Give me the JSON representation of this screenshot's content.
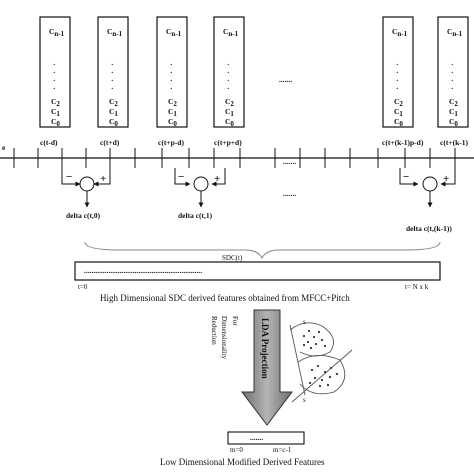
{
  "vectors": [
    {
      "top": "C",
      "top_sub": "n-1",
      "c2": "C",
      "c2_sub": "2",
      "c1": "C",
      "c1_sub": "1",
      "c0": "C",
      "c0_sub": "0"
    },
    {
      "top": "C",
      "top_sub": "n-1",
      "c2": "C",
      "c2_sub": "2",
      "c1": "C",
      "c1_sub": "1",
      "c0": "C",
      "c0_sub": "0"
    },
    {
      "top": "C",
      "top_sub": "n-1",
      "c2": "C",
      "c2_sub": "2",
      "c1": "C",
      "c1_sub": "1",
      "c0": "C",
      "c0_sub": "0"
    },
    {
      "top": "C",
      "top_sub": "n-1",
      "c2": "C",
      "c2_sub": "2",
      "c1": "C",
      "c1_sub": "1",
      "c0": "C",
      "c0_sub": "0"
    },
    {
      "top": "C",
      "top_sub": "n-1",
      "c2": "C",
      "c2_sub": "2",
      "c1": "C",
      "c1_sub": "1",
      "c0": "C",
      "c0_sub": "0"
    },
    {
      "top": "C",
      "top_sub": "n-1",
      "c2": "C",
      "c2_sub": "2",
      "c1": "C",
      "c1_sub": "1",
      "c0": "C",
      "c0_sub": "0"
    }
  ],
  "ellipsis": ".......",
  "timeline_left": "e",
  "frame_labels": [
    "c(t-d)",
    "c(t+d)",
    "c(t+p-d)",
    "c(t+p+d)",
    "c(t+(k-1)p-d)",
    "c(t+(k-1)"
  ],
  "signs": {
    "minus": "−",
    "plus": "+"
  },
  "deltas": [
    "delta c(t,0)",
    "delta c(t,1)",
    "delta c(t,(k-1))"
  ],
  "sdc_label": "SDC(t)",
  "sdc_dots": "...............................................................",
  "t_start": "t=0",
  "t_end": "t= N x k",
  "high_caption": "High Dimensional SDC derived features obtained from MFCC+Pitch",
  "lda_label": "LDA Projection",
  "side_text": [
    "For",
    "Dimensionality",
    "Reduction"
  ],
  "scatter_labels": [
    "s",
    "s"
  ],
  "low_box": {
    "left": "m=0",
    "dots": ".......",
    "right": "m=c-1"
  },
  "low_caption": "Low Dimensional Modified  Derived Features"
}
